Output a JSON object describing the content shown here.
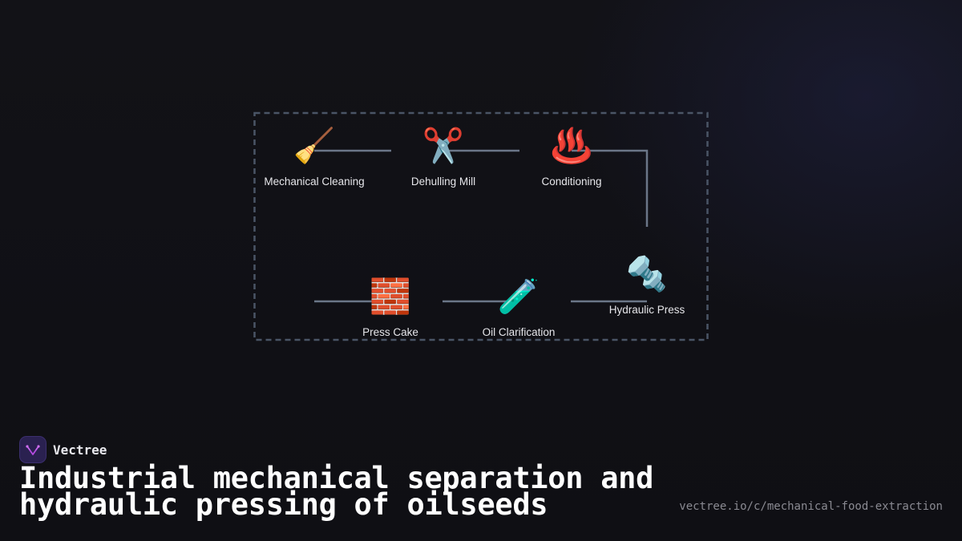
{
  "diagram": {
    "nodes": [
      {
        "id": "mechanical-cleaning",
        "label": "Mechanical Cleaning",
        "icon": "🧹",
        "icon_name": "broom-icon"
      },
      {
        "id": "dehulling-mill",
        "label": "Dehulling Mill",
        "icon": "✂️",
        "icon_name": "scissors-icon"
      },
      {
        "id": "conditioning",
        "label": "Conditioning",
        "icon": "♨️",
        "icon_name": "hot-springs-icon"
      },
      {
        "id": "hydraulic-press",
        "label": "Hydraulic Press",
        "icon": "🔩",
        "icon_name": "nut-and-bolt-icon"
      },
      {
        "id": "oil-clarification",
        "label": "Oil Clarification",
        "icon": "🧪",
        "icon_name": "test-tube-icon"
      },
      {
        "id": "press-cake",
        "label": "Press Cake",
        "icon": "🧱",
        "icon_name": "brick-icon"
      }
    ],
    "edges": [
      {
        "from": "mechanical-cleaning",
        "to": "dehulling-mill"
      },
      {
        "from": "dehulling-mill",
        "to": "conditioning"
      },
      {
        "from": "conditioning",
        "to": "hydraulic-press"
      },
      {
        "from": "hydraulic-press",
        "to": "oil-clarification"
      },
      {
        "from": "oil-clarification",
        "to": "press-cake"
      }
    ],
    "colors": {
      "edge": "#6b7688",
      "frame": "#4a5566",
      "label": "#e6e6ea"
    }
  },
  "brand": {
    "name": "Vectree",
    "logo_icon": "vectree-logo-icon",
    "accent": "#b44be0"
  },
  "title": "Industrial mechanical separation and hydraulic pressing of oilseeds",
  "url": "vectree.io/c/mechanical-food-extraction"
}
